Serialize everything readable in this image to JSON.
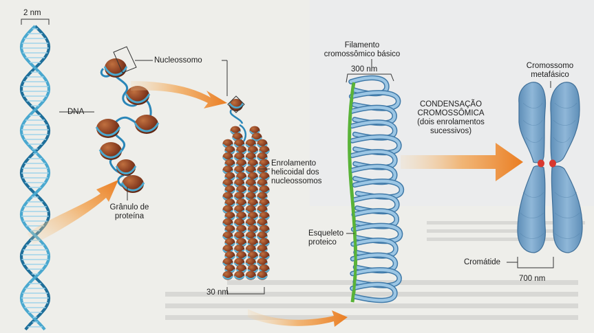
{
  "labels": {
    "scale_2nm": "2 nm",
    "dna": "DNA",
    "nucleossomo": "Nucleossomo",
    "granulo_line1": "Grânulo de",
    "granulo_line2": "proteína",
    "scale_30nm": "30 nm",
    "enrolamento_line1": "Enrolamento",
    "enrolamento_line2": "helicoidal dos",
    "enrolamento_line3": "nucleossomos",
    "filamento_line1": "Filamento",
    "filamento_line2": "cromossômico básico",
    "scale_300nm": "300 nm",
    "esqueleto_line1": "Esqueleto",
    "esqueleto_line2": "proteico",
    "condensacao_line1": "CONDENSAÇÃO",
    "condensacao_line2": "CROMOSSÔMICA",
    "condensacao_line3": "(dois enrolamentos",
    "condensacao_line4": "sucessivos)",
    "cromossomo_line1": "Cromossomo",
    "cromossomo_line2": "metafásico",
    "cromatide": "Cromátide",
    "scale_700nm": "700 nm"
  },
  "colors": {
    "dna_blue": "#4aa8cf",
    "dna_dark": "#1f6f9a",
    "histone": "#8a3f22",
    "arrow_orange": "#ee8a2c",
    "chromosome_blue": "#6f9ec4",
    "scaffold_green": "#59b338",
    "centromere_red": "#d8382f"
  }
}
